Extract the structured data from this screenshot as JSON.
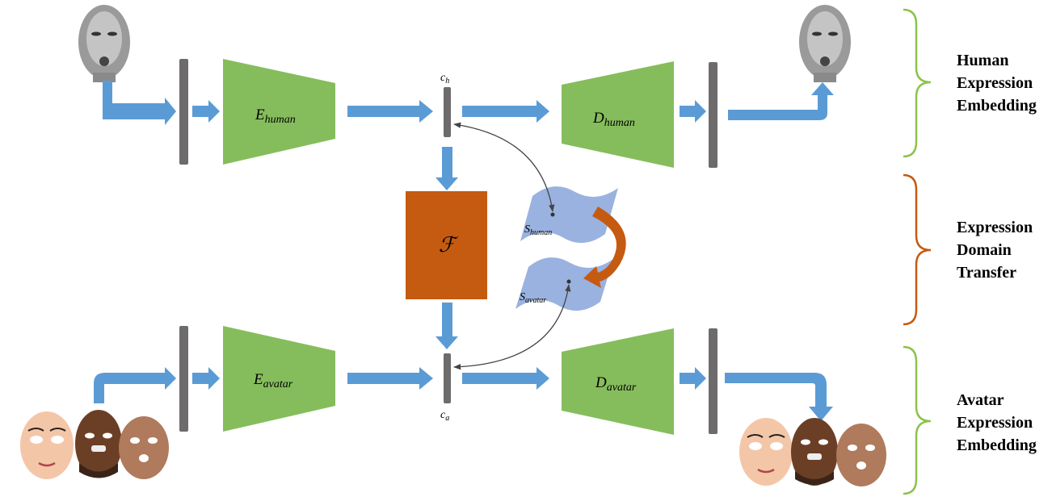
{
  "diagram": {
    "encoders": {
      "human": {
        "symbol": "E",
        "subscript": "human"
      },
      "avatar": {
        "symbol": "E",
        "subscript": "avatar"
      }
    },
    "decoders": {
      "human": {
        "symbol": "D",
        "subscript": "human"
      },
      "avatar": {
        "symbol": "D",
        "subscript": "avatar"
      }
    },
    "codes": {
      "human": {
        "symbol": "c",
        "subscript": "h"
      },
      "avatar": {
        "symbol": "c",
        "subscript": "a"
      }
    },
    "transfer": {
      "symbol": "ℱ"
    },
    "spaces": {
      "human": {
        "symbol": "S",
        "subscript": "human"
      },
      "avatar": {
        "symbol": "S",
        "subscript": "avatar"
      }
    }
  },
  "sections": [
    {
      "lines": [
        "Human",
        "Expression",
        "Embedding"
      ],
      "color": "#8bc34a"
    },
    {
      "lines": [
        "Expression",
        "Domain",
        "Transfer"
      ],
      "color": "#c55a11"
    },
    {
      "lines": [
        "Avatar",
        "Expression",
        "Embedding"
      ],
      "color": "#8bc34a"
    }
  ],
  "colors": {
    "encoder_decoder": "#86bd5c",
    "transfer_block": "#c55a11",
    "arrow": "#5b9bd5",
    "bar": "#6d6b6b",
    "space_sheet": "#8faadc",
    "curve_arrow": "#c55a11"
  }
}
